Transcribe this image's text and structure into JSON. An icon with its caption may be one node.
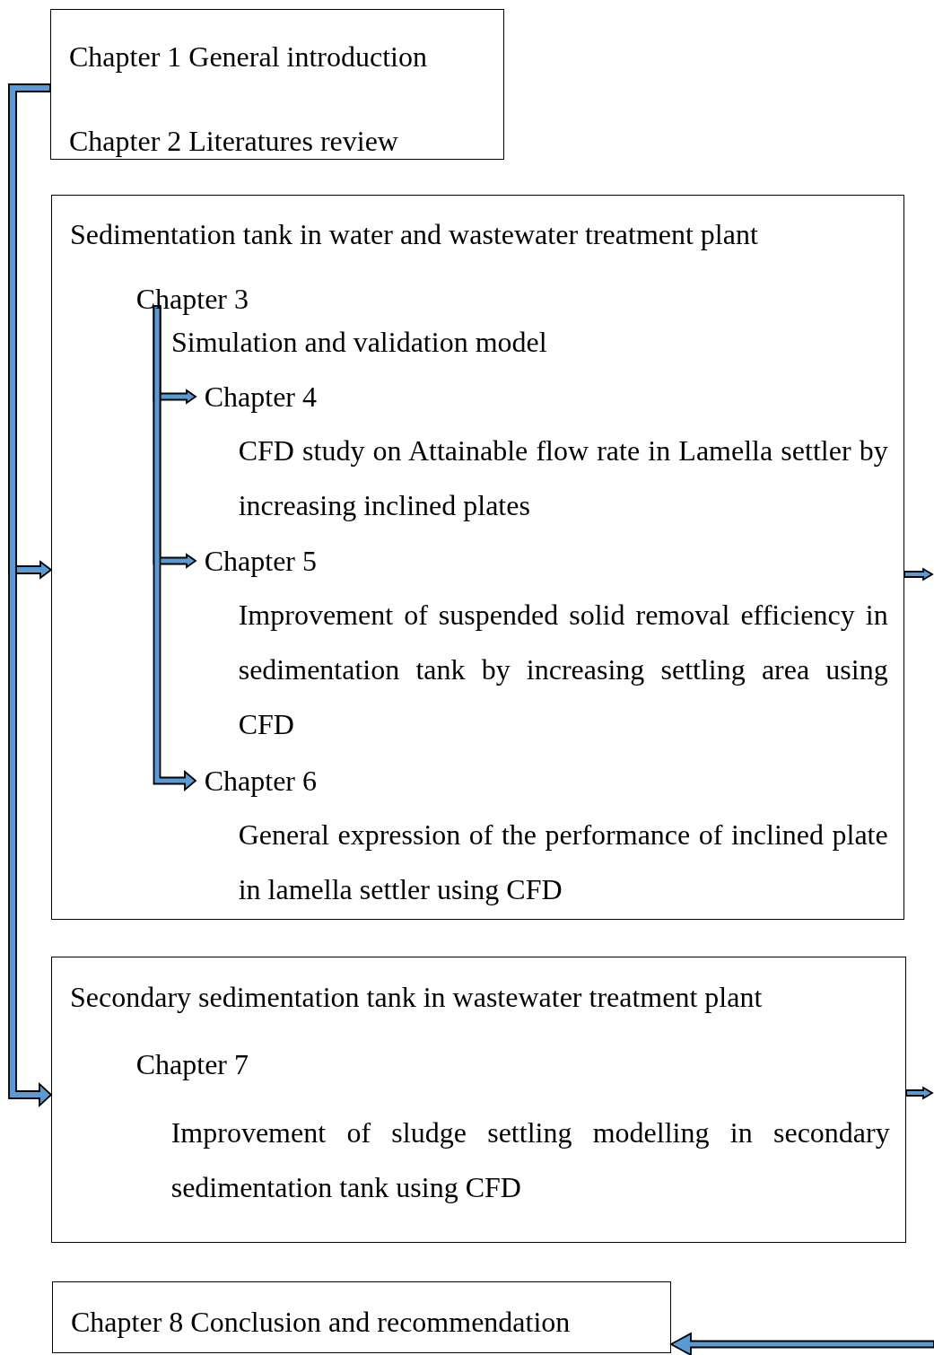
{
  "diagram": {
    "nodes": [
      {
        "text": [
          "Chapter 1 General introduction",
          "Chapter 2 Literatures review"
        ]
      },
      {
        "text": [
          "Sedimentation tank in water and wastewater treatment plant"
        ]
      },
      {
        "text": [
          "Chapter 3"
        ],
        "in": 1
      },
      {
        "text": [
          "Chapter 4",
          "CFD study on Attainable flow rate in Lamella settler by increasing inclined plates"
        ],
        "in": 1
      },
      {
        "text": [
          "Chapter 5",
          "Improvement of suspended solid removal efficiency in sedimentation tank by increasing settling area using CFD"
        ],
        "in": 1
      },
      {
        "text": [
          "Chapter 6",
          "General expression of the performance of inclined plate in lamella settler using CFD"
        ],
        "in": 1
      },
      {
        "text": [
          "Secondary sedimentation tank in wastewater treatment plant"
        ]
      },
      {
        "text": [
          "Chapter 7",
          "Improvement of sludge settling modelling in secondary sedimentation tank using CFD"
        ],
        "in": 6
      },
      {
        "text": [
          "Chapter 8 Conclusion and recommendation"
        ]
      }
    ],
    "edges": [
      {
        "from": 0,
        "to": 1,
        "arrow": "to"
      },
      {
        "from": 0,
        "to": 6,
        "arrow": "to"
      },
      {
        "from": 2,
        "to": 3,
        "arrow": "to"
      },
      {
        "from": 2,
        "to": 4,
        "arrow": "to"
      },
      {
        "from": 2,
        "to": 5,
        "arrow": "to"
      },
      {
        "from": 1,
        "to": null,
        "arrow": "to"
      },
      {
        "from": 6,
        "to": null,
        "arrow": "to"
      },
      {
        "from": null,
        "to": 8,
        "arrow": "to"
      }
    ],
    "labels": [
      "Simulation and validation model"
    ]
  }
}
